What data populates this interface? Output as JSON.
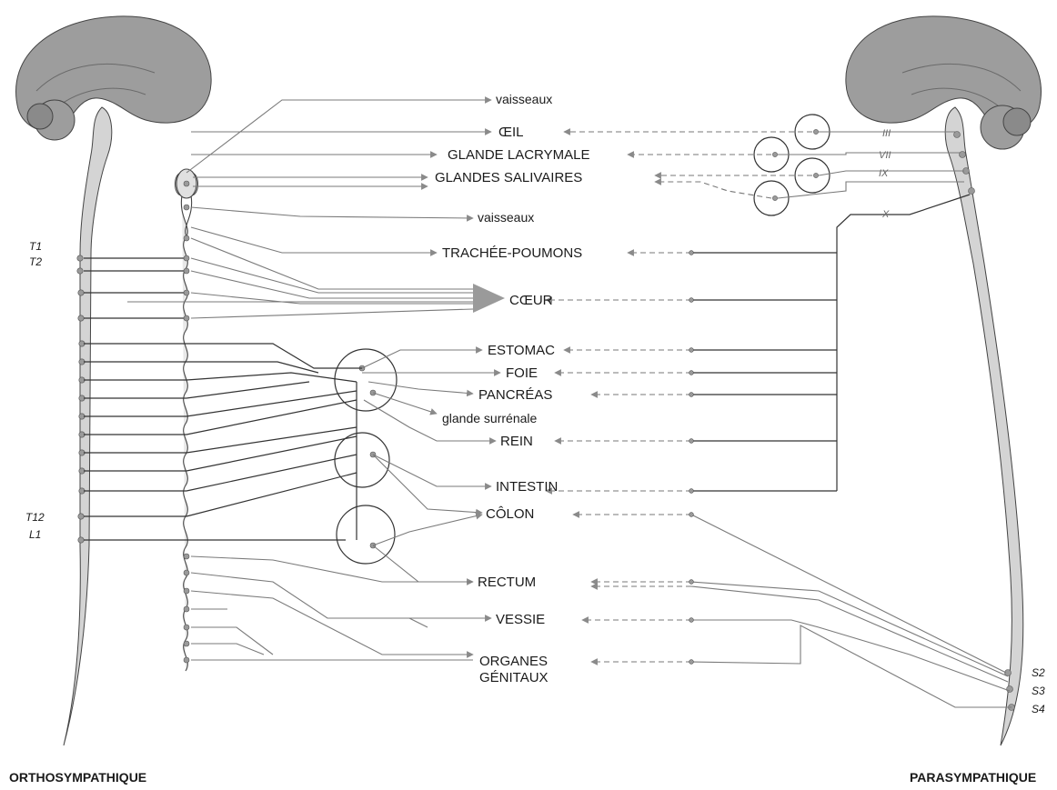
{
  "labels": {
    "orthosympathique": "ORTHOSYMPATHIQUE",
    "parasympathique": "PARASYMPATHIQUE"
  },
  "levels": {
    "t1": "T1",
    "t2": "T2",
    "t12": "T12",
    "l1": "L1",
    "s2": "S2",
    "s3": "S3",
    "s4": "S4"
  },
  "nerves": {
    "iii": "III",
    "vii": "VII",
    "ix": "IX",
    "x": "X"
  },
  "organs": {
    "vaisseaux_1": "vaisseaux",
    "oeil": "ŒIL",
    "glande_lacrymale": "GLANDE LACRYMALE",
    "glandes_salivaires": "GLANDES SALIVAIRES",
    "vaisseaux_2": "vaisseaux",
    "trachee_poumons": "TRACHÉE-POUMONS",
    "coeur": "CŒUR",
    "estomac": "ESTOMAC",
    "foie": "FOIE",
    "pancreas": "PANCRÉAS",
    "glande_surrenale": "glande surrénale",
    "rein": "REIN",
    "intestin": "INTESTIN",
    "colon": "CÔLON",
    "rectum": "RECTUM",
    "vessie": "VESSIE",
    "organes": "ORGANES",
    "genitaux": "GÉNITAUX"
  }
}
